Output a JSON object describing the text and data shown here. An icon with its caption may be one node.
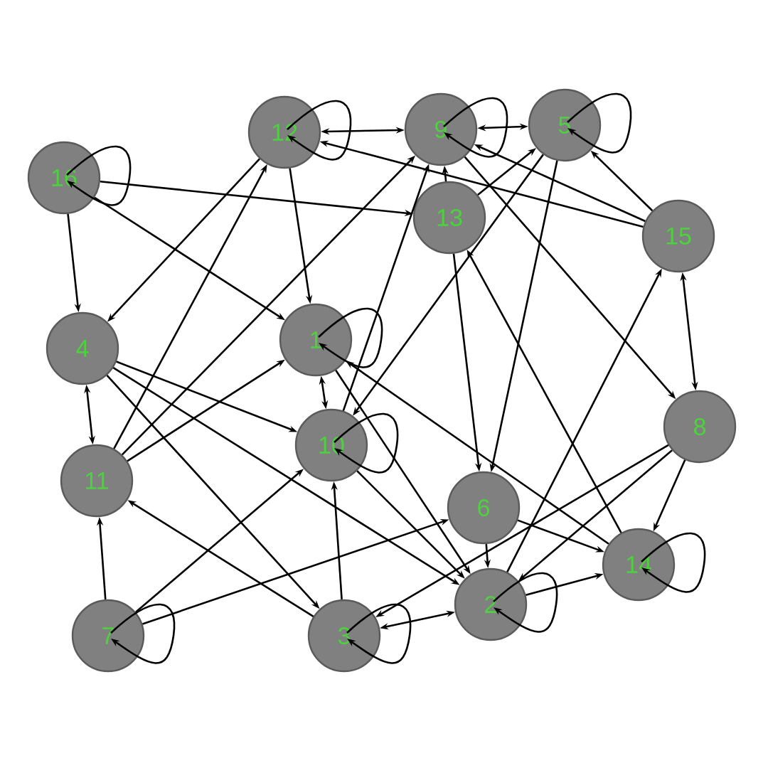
{
  "diagram": {
    "nodes": [
      {
        "text": [
          "12"
        ]
      },
      {
        "text": [
          "9"
        ]
      },
      {
        "text": [
          "5"
        ]
      },
      {
        "text": [
          "16"
        ]
      },
      {
        "text": [
          "13"
        ]
      },
      {
        "text": [
          "15"
        ]
      },
      {
        "text": [
          "4"
        ]
      },
      {
        "text": [
          "1"
        ]
      },
      {
        "text": [
          "10"
        ]
      },
      {
        "text": [
          "8"
        ]
      },
      {
        "text": [
          "11"
        ]
      },
      {
        "text": [
          "6"
        ]
      },
      {
        "text": [
          "14"
        ]
      },
      {
        "text": [
          "2"
        ]
      },
      {
        "text": [
          "7"
        ]
      },
      {
        "text": [
          "3"
        ]
      }
    ],
    "edges": [
      {
        "from": 0,
        "to": 0,
        "arrow": "to"
      },
      {
        "from": 3,
        "to": 3,
        "arrow": "to"
      },
      {
        "from": 1,
        "to": 1,
        "arrow": "to"
      },
      {
        "from": 2,
        "to": 2,
        "arrow": "to"
      },
      {
        "from": 7,
        "to": 7,
        "arrow": "to"
      },
      {
        "from": 8,
        "to": 8,
        "arrow": "to"
      },
      {
        "from": 14,
        "to": 14,
        "arrow": "to"
      },
      {
        "from": 15,
        "to": 15,
        "arrow": "to"
      },
      {
        "from": 13,
        "to": 13,
        "arrow": "to"
      },
      {
        "from": 12,
        "to": 12,
        "arrow": "to"
      },
      {
        "from": 0,
        "to": 1,
        "arrow": "both"
      },
      {
        "from": 1,
        "to": 2,
        "arrow": "both"
      },
      {
        "from": 5,
        "to": 0,
        "arrow": "to"
      },
      {
        "from": 5,
        "to": 1,
        "arrow": "to"
      },
      {
        "from": 5,
        "to": 2,
        "arrow": "to"
      },
      {
        "from": 5,
        "to": 9,
        "arrow": "both"
      },
      {
        "from": 3,
        "to": 4,
        "arrow": "to"
      },
      {
        "from": 3,
        "to": 6,
        "arrow": "to"
      },
      {
        "from": 3,
        "to": 7,
        "arrow": "to"
      },
      {
        "from": 0,
        "to": 6,
        "arrow": "to"
      },
      {
        "from": 0,
        "to": 7,
        "arrow": "to"
      },
      {
        "from": 10,
        "to": 0,
        "arrow": "to"
      },
      {
        "from": 10,
        "to": 1,
        "arrow": "to"
      },
      {
        "from": 10,
        "to": 7,
        "arrow": "to"
      },
      {
        "from": 6,
        "to": 10,
        "arrow": "both"
      },
      {
        "from": 6,
        "to": 8,
        "arrow": "to"
      },
      {
        "from": 6,
        "to": 15,
        "arrow": "to"
      },
      {
        "from": 6,
        "to": 13,
        "arrow": "to"
      },
      {
        "from": 7,
        "to": 8,
        "arrow": "both"
      },
      {
        "from": 7,
        "to": 13,
        "arrow": "to"
      },
      {
        "from": 12,
        "to": 7,
        "arrow": "to"
      },
      {
        "from": 8,
        "to": 1,
        "arrow": "to"
      },
      {
        "from": 2,
        "to": 8,
        "arrow": "to"
      },
      {
        "from": 4,
        "to": 2,
        "arrow": "to"
      },
      {
        "from": 1,
        "to": 9,
        "arrow": "to"
      },
      {
        "from": 4,
        "to": 1,
        "arrow": "to"
      },
      {
        "from": 4,
        "to": 11,
        "arrow": "to"
      },
      {
        "from": 2,
        "to": 11,
        "arrow": "to"
      },
      {
        "from": 12,
        "to": 4,
        "arrow": "to"
      },
      {
        "from": 13,
        "to": 5,
        "arrow": "to"
      },
      {
        "from": 11,
        "to": 12,
        "arrow": "to"
      },
      {
        "from": 11,
        "to": 13,
        "arrow": "to"
      },
      {
        "from": 9,
        "to": 12,
        "arrow": "to"
      },
      {
        "from": 9,
        "to": 13,
        "arrow": "to"
      },
      {
        "from": 9,
        "to": 15,
        "arrow": "to"
      },
      {
        "from": 13,
        "to": 12,
        "arrow": "to"
      },
      {
        "from": 15,
        "to": 13,
        "arrow": "both"
      },
      {
        "from": 15,
        "to": 10,
        "arrow": "to"
      },
      {
        "from": 15,
        "to": 8,
        "arrow": "to"
      },
      {
        "from": 14,
        "to": 10,
        "arrow": "to"
      },
      {
        "from": 14,
        "to": 8,
        "arrow": "to"
      },
      {
        "from": 14,
        "to": 11,
        "arrow": "to"
      },
      {
        "from": 8,
        "to": 13,
        "arrow": "to"
      }
    ]
  }
}
